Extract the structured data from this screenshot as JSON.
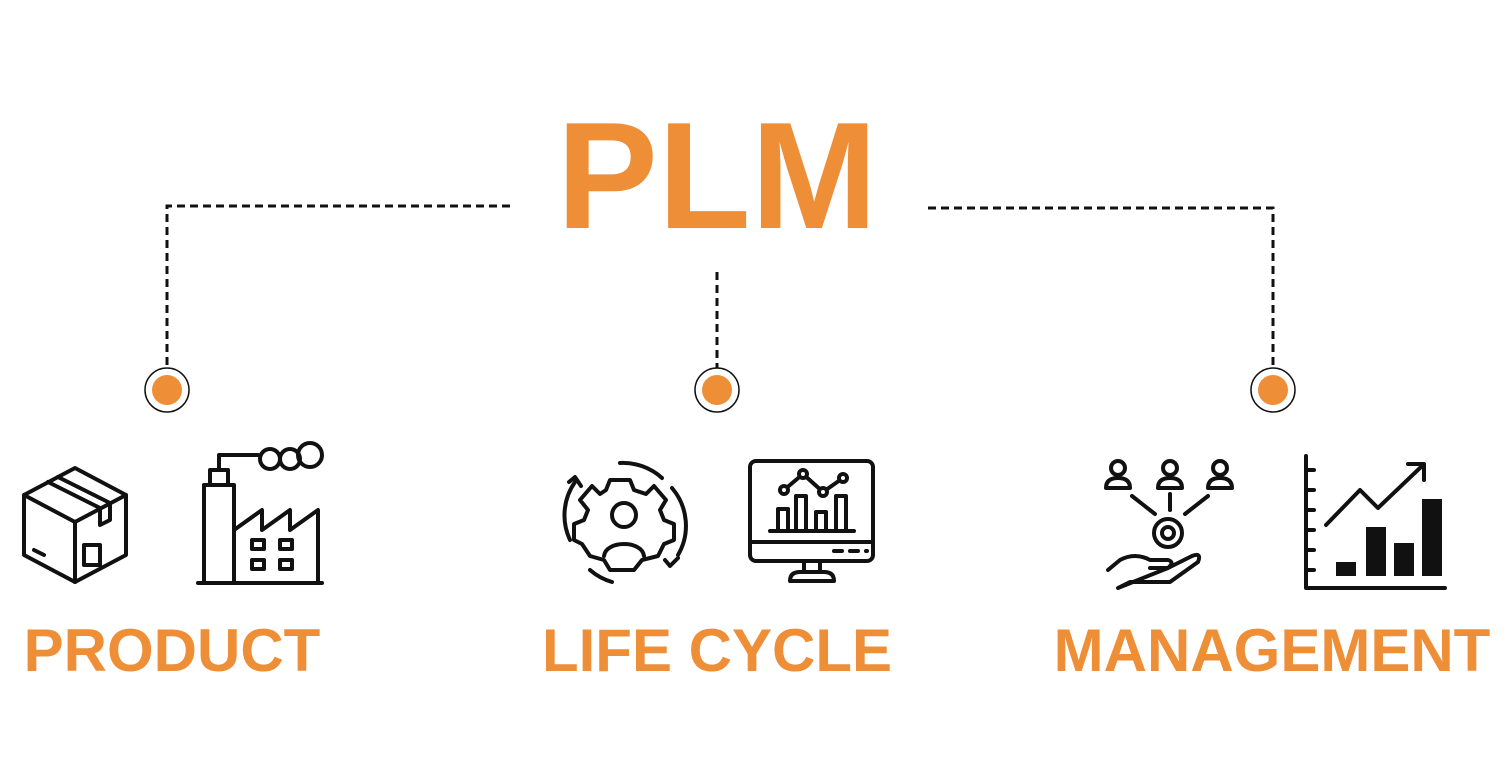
{
  "title": "PLM",
  "branches": [
    {
      "label": "PRODUCT",
      "icons": [
        "box-icon",
        "factory-icon"
      ]
    },
    {
      "label": "LIFE CYCLE",
      "icons": [
        "gear-cycle-person-icon",
        "monitor-chart-icon"
      ]
    },
    {
      "label": "MANAGEMENT",
      "icons": [
        "team-hand-gear-icon",
        "growth-bar-chart-icon"
      ]
    }
  ],
  "colors": {
    "accent": "#EE8E37",
    "line": "#111111"
  }
}
